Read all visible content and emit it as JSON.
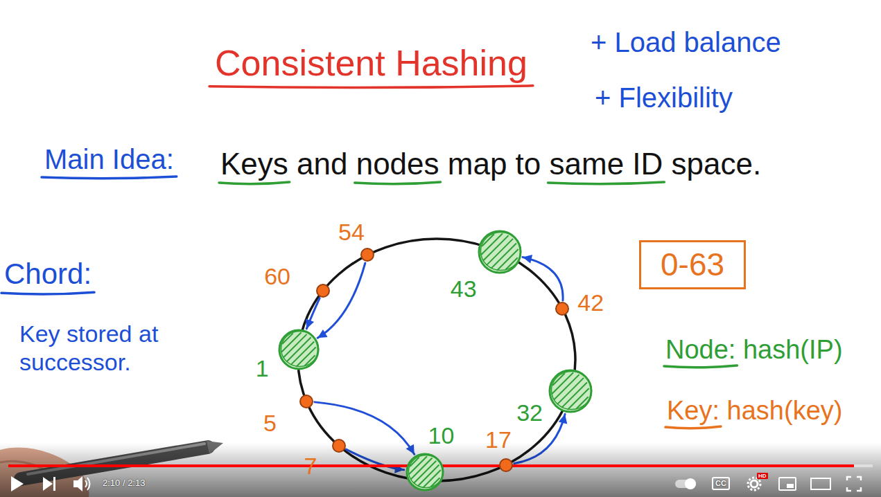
{
  "diagram": {
    "title": "Consistent Hashing",
    "nodes": [
      {
        "text": [
          "54"
        ]
      },
      {
        "text": [
          "0-63"
        ]
      },
      {
        "text": [
          "43"
        ]
      },
      {
        "text": [
          "60"
        ]
      },
      {
        "text": [
          "42"
        ]
      },
      {
        "text": [
          "1"
        ]
      },
      {
        "text": [
          "32"
        ]
      },
      {
        "text": [
          "5"
        ]
      },
      {
        "text": [
          "7"
        ]
      },
      {
        "text": [
          "17"
        ]
      },
      {
        "text": [
          "10"
        ]
      }
    ],
    "edges": [
      {
        "from": 0,
        "to": 5,
        "arrow": "to"
      },
      {
        "from": 3,
        "to": 5,
        "arrow": "to"
      },
      {
        "from": 4,
        "to": 2,
        "arrow": "to"
      },
      {
        "from": 7,
        "to": 10,
        "arrow": "to"
      },
      {
        "from": 8,
        "to": 10,
        "arrow": "to"
      },
      {
        "from": 9,
        "to": 6,
        "arrow": "to"
      }
    ],
    "labels": [
      "+ Load balance",
      "+ Flexibility",
      "Main Idea:",
      "Keys and nodes map to same ID space.",
      "Chord:",
      "Key stored at successor.",
      "Node: hash(IP)",
      "Key: hash(key)",
      "2:10 / 2:13",
      "CC",
      "HD"
    ]
  }
}
